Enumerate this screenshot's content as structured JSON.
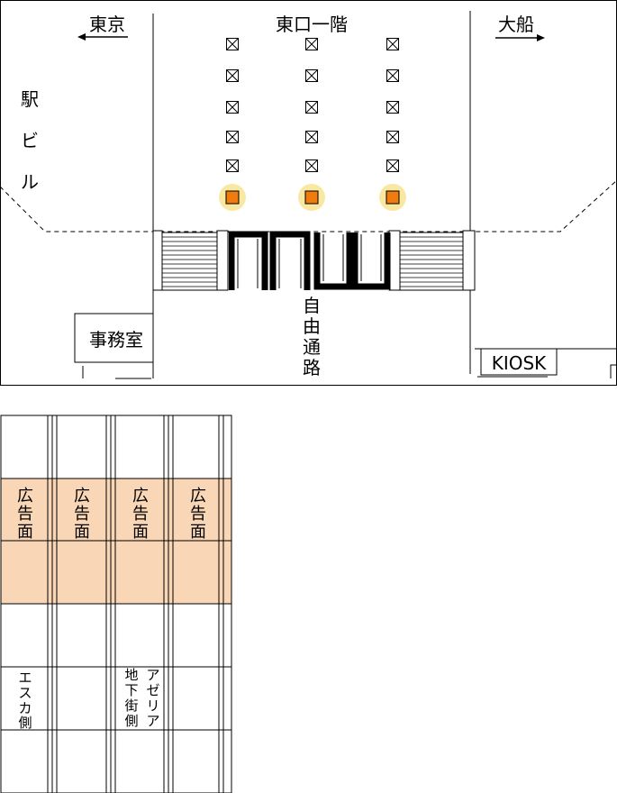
{
  "top_map": {
    "title": "東口一階",
    "direction_left": "東京",
    "direction_right": "大船",
    "station_building_chars": [
      "駅",
      "ビ",
      "ル"
    ],
    "office_label": "事務室",
    "kiosk_label": "KIOSK",
    "free_passage_chars": [
      "自",
      "由",
      "通",
      "路"
    ],
    "highlight_color": "#f07c10",
    "glow_color": "#f8e28a"
  },
  "lower_panel": {
    "ad_label_chars": [
      "広",
      "告",
      "面"
    ],
    "ad_color": "#f8d6b6",
    "esca_chars": [
      "エ",
      "ス",
      "カ",
      "側"
    ],
    "azalea_col1_chars": [
      "ア",
      "ゼ",
      "リ",
      "ア"
    ],
    "azalea_col2_chars": [
      "地",
      "下",
      "街",
      "側"
    ]
  }
}
